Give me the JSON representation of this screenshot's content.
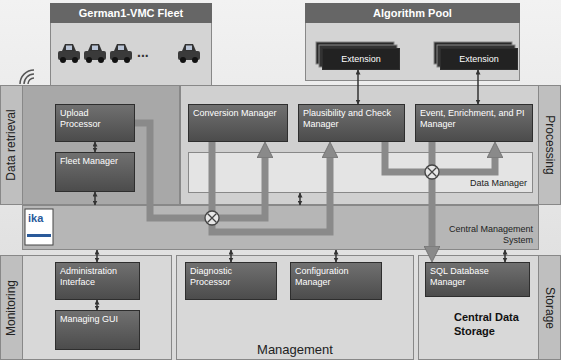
{
  "diagram": {
    "nodes": [
      {
        "text": [
          "German1-VMC Fleet"
        ]
      },
      {
        "text": [
          "Algorithm Pool"
        ]
      },
      {
        "text": [
          "Extension"
        ],
        "in": 1
      },
      {
        "text": [
          "Extension"
        ],
        "in": 1
      },
      {
        "text": [
          "Data retrieval"
        ]
      },
      {
        "text": [
          "Upload Processor"
        ],
        "in": 4
      },
      {
        "text": [
          "Fleet Manager"
        ],
        "in": 4
      },
      {
        "text": [
          "Processing"
        ]
      },
      {
        "text": [
          "Conversion Manager"
        ],
        "in": 7
      },
      {
        "text": [
          "Plausibility and Check Manager"
        ],
        "in": 7
      },
      {
        "text": [
          "Event, Enrichment, and PI Manager"
        ],
        "in": 7
      },
      {
        "text": [
          "Data Manager"
        ],
        "in": 7
      },
      {
        "text": [
          "Central Management System"
        ]
      },
      {
        "text": [
          "Monitoring"
        ]
      },
      {
        "text": [
          "Administration Interface"
        ],
        "in": 13
      },
      {
        "text": [
          "Managing GUI"
        ],
        "in": 13
      },
      {
        "text": [
          "Management"
        ]
      },
      {
        "text": [
          "Diagnostic Processor"
        ],
        "in": 16
      },
      {
        "text": [
          "Configuration Manager"
        ],
        "in": 16
      },
      {
        "text": [
          "Storage",
          "Central Data Storage"
        ]
      },
      {
        "text": [
          "SQL Database Manager"
        ],
        "in": 19
      }
    ],
    "edges": [
      {
        "from": 2,
        "to": 9,
        "arrow": "both"
      },
      {
        "from": 3,
        "to": 10,
        "arrow": "both"
      },
      {
        "from": 5,
        "to": 6,
        "arrow": "both"
      },
      {
        "from": 6,
        "to": 12,
        "arrow": "both"
      },
      {
        "from": 11,
        "to": 12,
        "arrow": "both"
      },
      {
        "from": 12,
        "to": 14,
        "arrow": "both"
      },
      {
        "from": 14,
        "to": 15,
        "arrow": "both"
      },
      {
        "from": 12,
        "to": 17,
        "arrow": "both"
      },
      {
        "from": 12,
        "to": 18,
        "arrow": "both"
      },
      {
        "from": 12,
        "to": 20,
        "arrow": "both"
      },
      {
        "from": 5,
        "to": 8,
        "arrow": "to"
      },
      {
        "from": 8,
        "to": 9,
        "arrow": "to"
      },
      {
        "from": 9,
        "to": 10,
        "arrow": "to"
      },
      {
        "from": 10,
        "to": 20,
        "arrow": "to"
      }
    ],
    "labels": [
      "...",
      "ika"
    ]
  }
}
